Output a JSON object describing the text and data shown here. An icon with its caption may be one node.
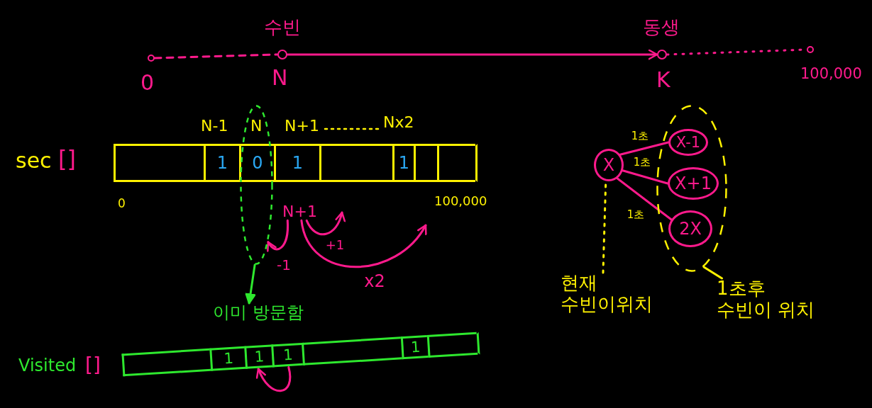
{
  "diagram": {
    "nodes": [
      {
        "text": [],
        "shape": "circle",
        "beside": [
          "0"
        ]
      },
      {
        "text": [],
        "shape": "circle",
        "beside": [
          "수빈",
          "N"
        ]
      },
      {
        "text": [],
        "shape": "circle",
        "beside": [
          "동생",
          "K"
        ]
      },
      {
        "text": [],
        "shape": "circle",
        "beside": [
          "100,000"
        ]
      },
      {
        "text": [],
        "shape": "bar",
        "beside": [
          "sec",
          "[]"
        ]
      },
      {
        "text": [],
        "shape": "box",
        "in": 4
      },
      {
        "text": [
          "1"
        ],
        "in": 4
      },
      {
        "text": [
          "0"
        ]
      },
      {
        "text": [
          "1"
        ],
        "in": 4
      },
      {
        "text": [],
        "shape": "box",
        "in": 4
      },
      {
        "text": [
          "1"
        ],
        "in": 4
      },
      {
        "text": [],
        "shape": "box",
        "in": 4
      },
      {
        "text": [],
        "shape": "box",
        "in": 4
      },
      {
        "text": [],
        "shape": "ellipse"
      },
      {
        "text": [
          "X"
        ]
      },
      {
        "text": [],
        "shape": "ellipse"
      },
      {
        "text": [
          "X-1"
        ],
        "in": 15
      },
      {
        "text": [
          "X+1"
        ],
        "in": 15
      },
      {
        "text": [
          "2X"
        ],
        "in": 15
      },
      {
        "text": [
          "N+1"
        ]
      },
      {
        "text": [
          "이미 방문함"
        ]
      },
      {
        "text": [
          "현재 수빈이위치"
        ]
      },
      {
        "text": [
          "1초후 수빈이 위치"
        ]
      },
      {
        "text": [],
        "shape": "bar",
        "beside": [
          "Visited",
          "[]"
        ]
      },
      {
        "text": [],
        "shape": "box",
        "in": 23
      },
      {
        "text": [
          "1"
        ],
        "in": 23
      },
      {
        "text": [
          "1"
        ],
        "in": 23
      },
      {
        "text": [
          "1"
        ],
        "in": 23
      },
      {
        "text": [],
        "shape": "box",
        "in": 23
      },
      {
        "text": [
          "1"
        ],
        "in": 23
      },
      {
        "text": [],
        "shape": "box",
        "in": 23
      }
    ],
    "edges": [
      {
        "from": 0,
        "to": 1,
        "arrow": "none",
        "style": "dashed"
      },
      {
        "from": 1,
        "to": 2,
        "arrow": "to"
      },
      {
        "from": 2,
        "to": 3,
        "arrow": "none",
        "style": "dashed"
      },
      {
        "from": 19,
        "to": 13,
        "arrow": "to",
        "label": "-1"
      },
      {
        "from": 19,
        "to": null,
        "arrow": "to",
        "label": "+1"
      },
      {
        "from": 19,
        "to": null,
        "arrow": "to",
        "label": "x2"
      },
      {
        "from": 13,
        "to": 20,
        "arrow": "to",
        "color": "#2ee82e"
      },
      {
        "from": 14,
        "to": 16,
        "arrow": "none",
        "label": "1초"
      },
      {
        "from": 14,
        "to": 17,
        "arrow": "none",
        "label": "1초"
      },
      {
        "from": 14,
        "to": 18,
        "arrow": "none",
        "label": "1초"
      },
      {
        "from": 21,
        "to": 14,
        "arrow": "none",
        "style": "dashed",
        "color": "#fff200"
      },
      {
        "from": 22,
        "to": 15,
        "arrow": "none",
        "color": "#fff200"
      },
      {
        "from": 27,
        "to": 26,
        "arrow": "to"
      }
    ],
    "labels": [
      "N-1",
      "N",
      "N+1",
      "Nx2",
      "0",
      "100,000"
    ]
  }
}
